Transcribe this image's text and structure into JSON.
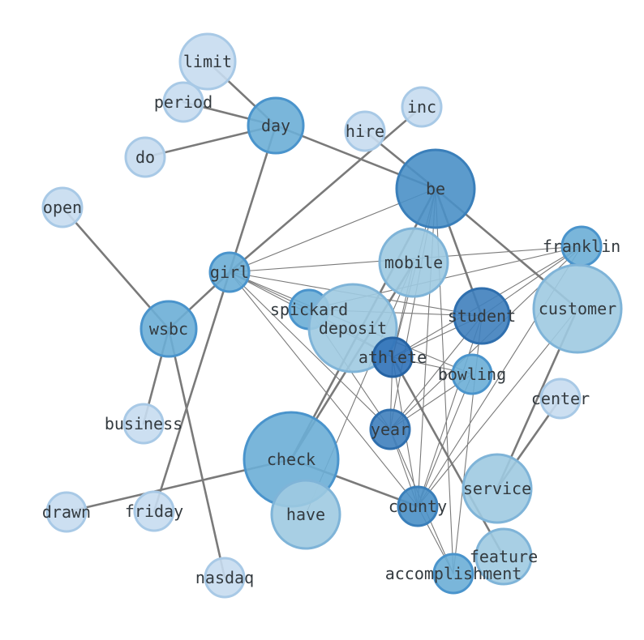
{
  "nodes": [
    {
      "id": "limit",
      "label": "limit",
      "shade": 1,
      "weight": 1.2
    },
    {
      "id": "period",
      "label": "period",
      "shade": 1,
      "weight": 0.8
    },
    {
      "id": "day",
      "label": "day",
      "shade": 3,
      "weight": 1.1
    },
    {
      "id": "do",
      "label": "do",
      "shade": 1,
      "weight": 0.8
    },
    {
      "id": "hire",
      "label": "hire",
      "shade": 1,
      "weight": 0.8
    },
    {
      "id": "inc",
      "label": "inc",
      "shade": 1,
      "weight": 0.8
    },
    {
      "id": "be",
      "label": "be",
      "shade": 4,
      "weight": 3.0
    },
    {
      "id": "open",
      "label": "open",
      "shade": 1,
      "weight": 0.8
    },
    {
      "id": "franklin",
      "label": "franklin",
      "shade": 3,
      "weight": 0.8
    },
    {
      "id": "mobile",
      "label": "mobile",
      "shade": 2,
      "weight": 2.2
    },
    {
      "id": "girl",
      "label": "girl",
      "shade": 3,
      "weight": 0.8
    },
    {
      "id": "customer",
      "label": "customer",
      "shade": 2,
      "weight": 3.6
    },
    {
      "id": "spickard",
      "label": "spickard",
      "shade": 3,
      "weight": 0.8
    },
    {
      "id": "deposit",
      "label": "deposit",
      "shade": 2,
      "weight": 3.5
    },
    {
      "id": "student",
      "label": "student",
      "shade": 5,
      "weight": 1.4
    },
    {
      "id": "wsbc",
      "label": "wsbc",
      "shade": 3,
      "weight": 1.4
    },
    {
      "id": "athlete",
      "label": "athlete",
      "shade": 6,
      "weight": 0.8
    },
    {
      "id": "bowling",
      "label": "bowling",
      "shade": 3,
      "weight": 0.8
    },
    {
      "id": "center",
      "label": "center",
      "shade": 1,
      "weight": 0.8
    },
    {
      "id": "business",
      "label": "business",
      "shade": 1,
      "weight": 0.8
    },
    {
      "id": "year",
      "label": "year",
      "shade": 5,
      "weight": 0.8
    },
    {
      "id": "check",
      "label": "check",
      "shade": 3,
      "weight": 4.5
    },
    {
      "id": "service",
      "label": "service",
      "shade": 2,
      "weight": 2.2
    },
    {
      "id": "drawn",
      "label": "drawn",
      "shade": 1,
      "weight": 0.8
    },
    {
      "id": "friday",
      "label": "friday",
      "shade": 1,
      "weight": 0.8
    },
    {
      "id": "have",
      "label": "have",
      "shade": 2,
      "weight": 2.2
    },
    {
      "id": "county",
      "label": "county",
      "shade": 4,
      "weight": 0.8
    },
    {
      "id": "feature",
      "label": "feature",
      "shade": 2,
      "weight": 1.4
    },
    {
      "id": "accomplishment",
      "label": "accomplishment",
      "shade": 3,
      "weight": 0.8
    },
    {
      "id": "nasdaq",
      "label": "nasdaq",
      "shade": 1,
      "weight": 0.8
    }
  ],
  "edges": [
    {
      "source": "limit",
      "target": "day",
      "strength": "strong"
    },
    {
      "source": "period",
      "target": "day",
      "strength": "strong"
    },
    {
      "source": "do",
      "target": "day",
      "strength": "strong"
    },
    {
      "source": "day",
      "target": "be",
      "strength": "strong"
    },
    {
      "source": "day",
      "target": "friday",
      "strength": "strong"
    },
    {
      "source": "hire",
      "target": "be",
      "strength": "strong"
    },
    {
      "source": "inc",
      "target": "girl",
      "strength": "strong"
    },
    {
      "source": "open",
      "target": "wsbc",
      "strength": "strong"
    },
    {
      "source": "be",
      "target": "customer",
      "strength": "strong"
    },
    {
      "source": "be",
      "target": "student",
      "strength": "strong"
    },
    {
      "source": "be",
      "target": "check",
      "strength": "strong"
    },
    {
      "source": "girl",
      "target": "wsbc",
      "strength": "strong"
    },
    {
      "source": "wsbc",
      "target": "business",
      "strength": "strong"
    },
    {
      "source": "wsbc",
      "target": "nasdaq",
      "strength": "strong"
    },
    {
      "source": "mobile",
      "target": "check",
      "strength": "strong"
    },
    {
      "source": "customer",
      "target": "service",
      "strength": "strong"
    },
    {
      "source": "center",
      "target": "service",
      "strength": "strong"
    },
    {
      "source": "check",
      "target": "drawn",
      "strength": "strong"
    },
    {
      "source": "check",
      "target": "county",
      "strength": "strong"
    },
    {
      "source": "athlete",
      "target": "feature",
      "strength": "strong"
    },
    {
      "source": "be",
      "target": "girl",
      "strength": "weak"
    },
    {
      "source": "be",
      "target": "athlete",
      "strength": "weak"
    },
    {
      "source": "be",
      "target": "year",
      "strength": "weak"
    },
    {
      "source": "be",
      "target": "county",
      "strength": "weak"
    },
    {
      "source": "be",
      "target": "accomplishment",
      "strength": "weak"
    },
    {
      "source": "girl",
      "target": "student",
      "strength": "weak"
    },
    {
      "source": "girl",
      "target": "spickard",
      "strength": "weak"
    },
    {
      "source": "girl",
      "target": "athlete",
      "strength": "weak"
    },
    {
      "source": "girl",
      "target": "bowling",
      "strength": "weak"
    },
    {
      "source": "girl",
      "target": "year",
      "strength": "weak"
    },
    {
      "source": "girl",
      "target": "franklin",
      "strength": "weak"
    },
    {
      "source": "girl",
      "target": "county",
      "strength": "weak"
    },
    {
      "source": "franklin",
      "target": "spickard",
      "strength": "weak"
    },
    {
      "source": "franklin",
      "target": "athlete",
      "strength": "weak"
    },
    {
      "source": "franklin",
      "target": "year",
      "strength": "weak"
    },
    {
      "source": "franklin",
      "target": "student",
      "strength": "weak"
    },
    {
      "source": "franklin",
      "target": "county",
      "strength": "weak"
    },
    {
      "source": "spickard",
      "target": "student",
      "strength": "weak"
    },
    {
      "source": "spickard",
      "target": "athlete",
      "strength": "weak"
    },
    {
      "source": "spickard",
      "target": "year",
      "strength": "weak"
    },
    {
      "source": "mobile",
      "target": "athlete",
      "strength": "weak"
    },
    {
      "source": "mobile",
      "target": "have",
      "strength": "weak"
    },
    {
      "source": "student",
      "target": "athlete",
      "strength": "weak"
    },
    {
      "source": "student",
      "target": "year",
      "strength": "weak"
    },
    {
      "source": "student",
      "target": "county",
      "strength": "weak"
    },
    {
      "source": "student",
      "target": "accomplishment",
      "strength": "weak"
    },
    {
      "source": "athlete",
      "target": "bowling",
      "strength": "weak"
    },
    {
      "source": "athlete",
      "target": "year",
      "strength": "weak"
    },
    {
      "source": "athlete",
      "target": "county",
      "strength": "weak"
    },
    {
      "source": "bowling",
      "target": "year",
      "strength": "weak"
    },
    {
      "source": "bowling",
      "target": "county",
      "strength": "weak"
    },
    {
      "source": "year",
      "target": "county",
      "strength": "weak"
    },
    {
      "source": "year",
      "target": "accomplishment",
      "strength": "weak"
    },
    {
      "source": "county",
      "target": "accomplishment",
      "strength": "weak"
    },
    {
      "source": "customer",
      "target": "county",
      "strength": "weak"
    }
  ],
  "colors": {
    "edge": "#7a7a7a",
    "label": "#333a3f",
    "shades": [
      "#c6dbef",
      "#c6dbef",
      "#9ecae1",
      "#6baed6",
      "#4a90c6",
      "#3f80bd",
      "#2f71b8"
    ],
    "strokes": [
      "#a8c9e6",
      "#a8c9e6",
      "#7fb4d8",
      "#4a94cc",
      "#3a7fba",
      "#2f6fae",
      "#2663a3"
    ]
  }
}
